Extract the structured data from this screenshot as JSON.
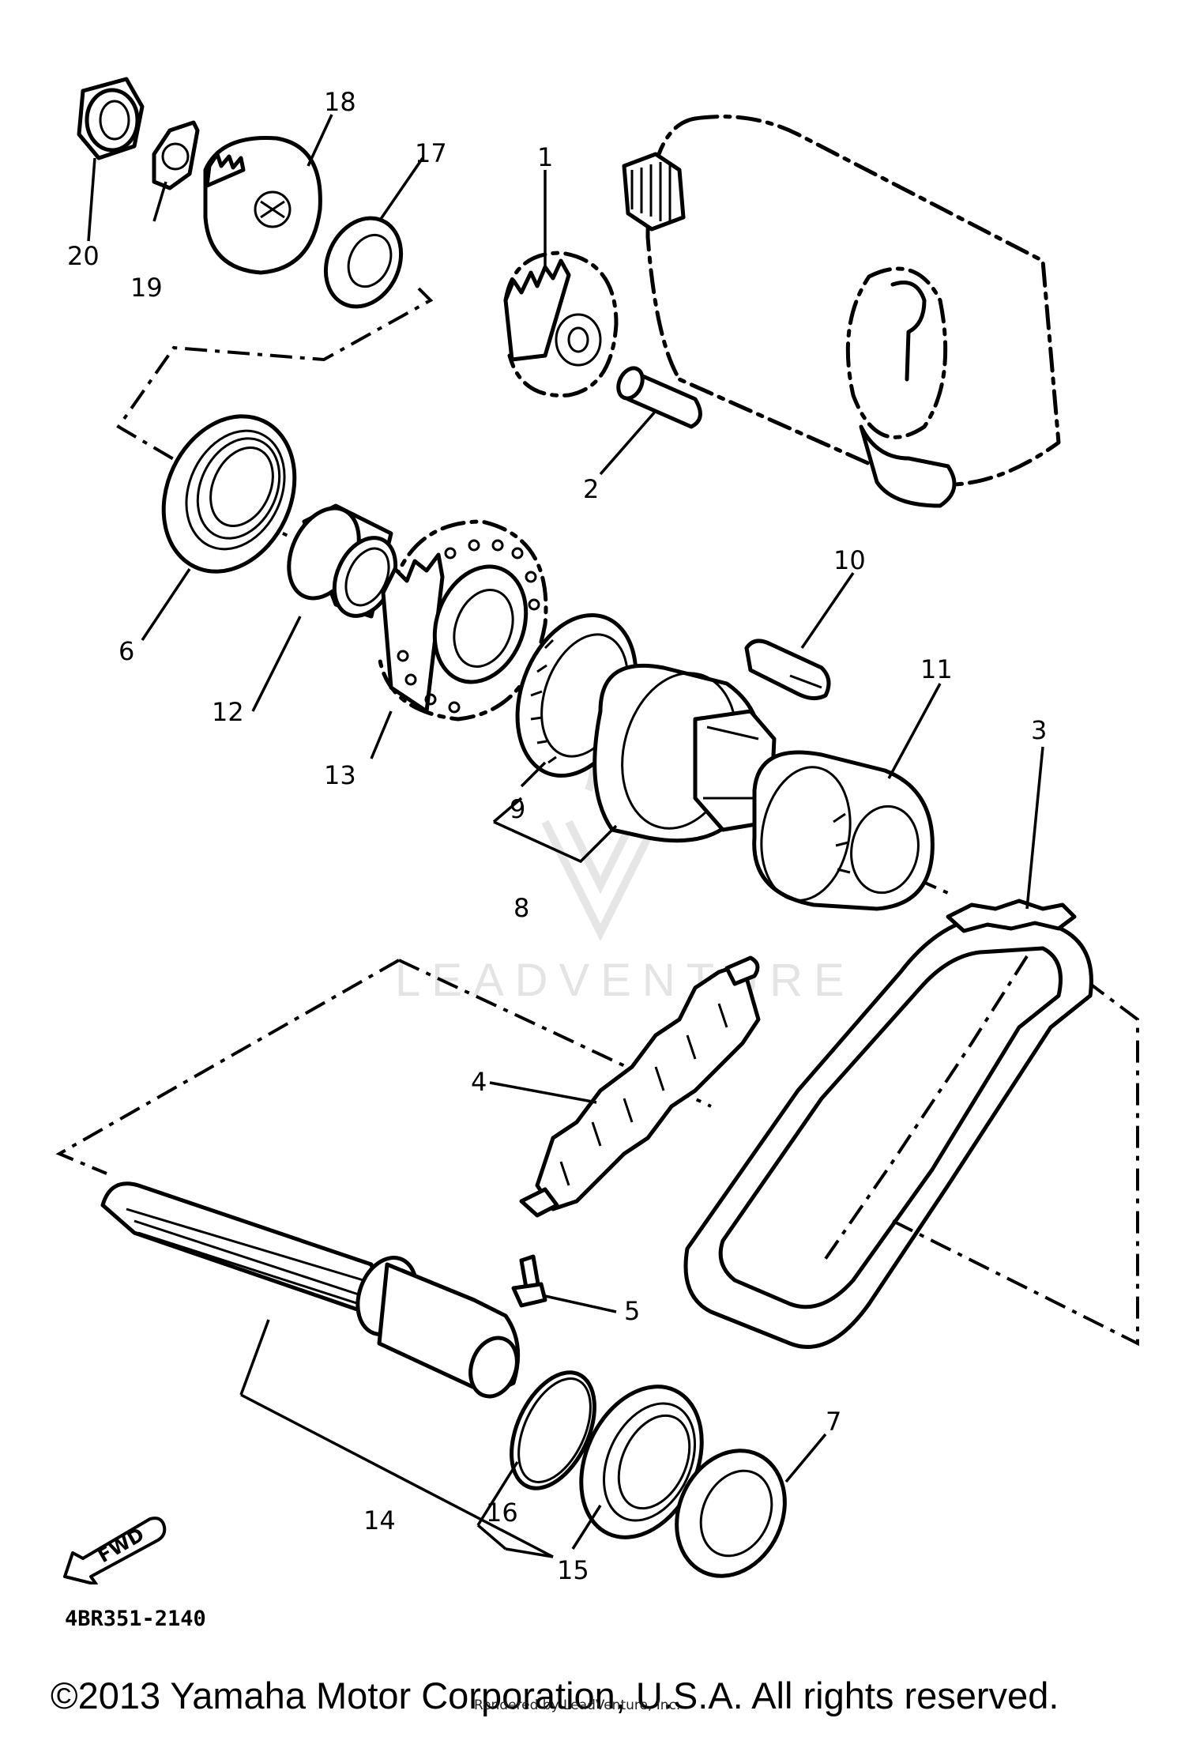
{
  "diagram": {
    "callouts": [
      "1",
      "2",
      "3",
      "4",
      "5",
      "6",
      "7",
      "8",
      "9",
      "10",
      "11",
      "12",
      "13",
      "14",
      "15",
      "16",
      "17",
      "18",
      "19",
      "20"
    ]
  },
  "fwd_label": "FWD",
  "diagram_code": "4BR351-2140",
  "watermark": "LEADVENTURE",
  "copyright": "©2013 Yamaha Motor Corporation, U.S.A. All rights reserved.",
  "rendered_by": "Rendered by LeadVenture, Inc."
}
